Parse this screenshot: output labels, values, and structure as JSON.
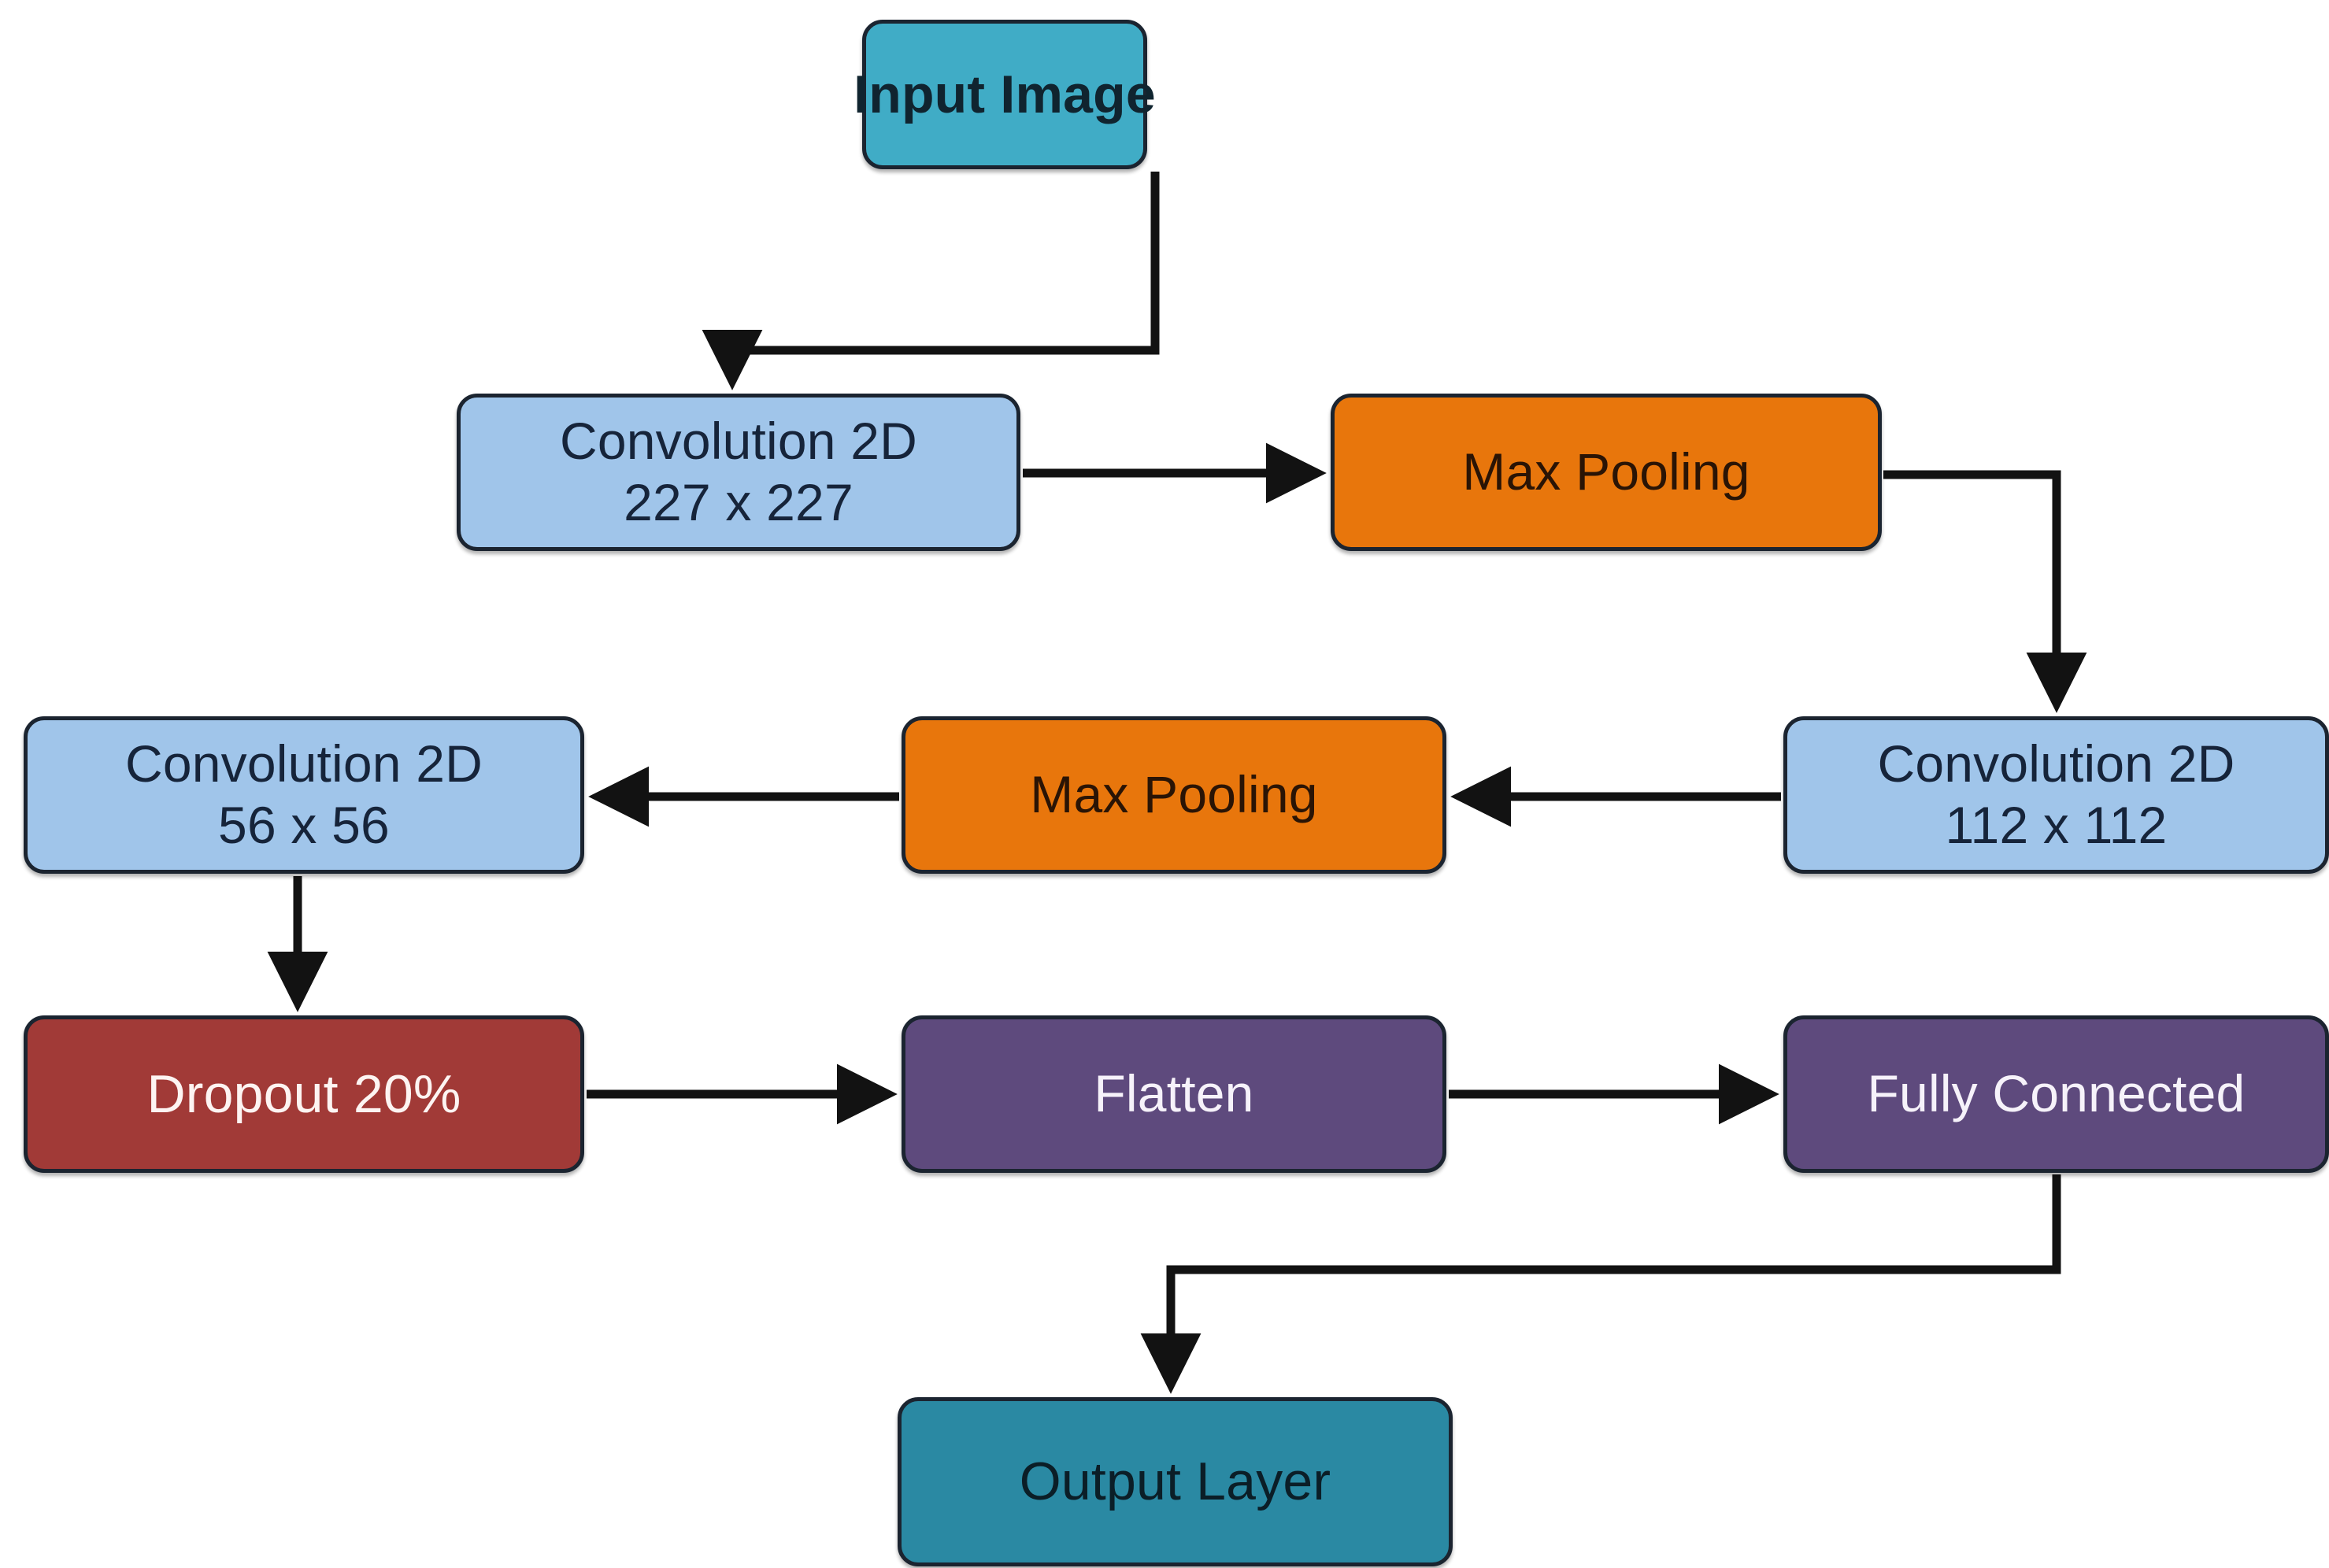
{
  "diagram": {
    "title": "CNN Architecture Flowchart",
    "background_color": "#ffffff",
    "edge_color": "#121212",
    "nodes": [
      {
        "id": "input",
        "label": "Input Image",
        "lines": [
          "Input Image"
        ],
        "kind": "input",
        "fill": "#40acc6",
        "text_color": "#10242f"
      },
      {
        "id": "conv227",
        "label": "Convolution 2D 227 x 227",
        "lines": [
          "Convolution 2D",
          "227 x 227"
        ],
        "kind": "convolution",
        "fill": "#a0c5ea",
        "text_color": "#16243a"
      },
      {
        "id": "pool1",
        "label": "Max Pooling",
        "lines": [
          "Max Pooling"
        ],
        "kind": "pooling",
        "fill": "#e8760c",
        "text_color": "#2a1405"
      },
      {
        "id": "conv112",
        "label": "Convolution 2D 112 x 112",
        "lines": [
          "Convolution 2D",
          "112 x 112"
        ],
        "kind": "convolution",
        "fill": "#a0c5ea",
        "text_color": "#16243a"
      },
      {
        "id": "pool2",
        "label": "Max Pooling",
        "lines": [
          "Max Pooling"
        ],
        "kind": "pooling",
        "fill": "#e8760c",
        "text_color": "#2a1405"
      },
      {
        "id": "conv56",
        "label": "Convolution 2D 56 x 56",
        "lines": [
          "Convolution 2D",
          "56 x 56"
        ],
        "kind": "convolution",
        "fill": "#a0c5ea",
        "text_color": "#16243a"
      },
      {
        "id": "dropout",
        "label": "Dropout 20%",
        "lines": [
          "Dropout 20%"
        ],
        "kind": "dropout",
        "fill": "#a13a37",
        "text_color": "#fdf4f2"
      },
      {
        "id": "flatten",
        "label": "Flatten",
        "lines": [
          "Flatten"
        ],
        "kind": "flatten",
        "fill": "#5e4a7d",
        "text_color": "#f6f2fa"
      },
      {
        "id": "fc",
        "label": "Fully Connected",
        "lines": [
          "Fully Connected"
        ],
        "kind": "dense",
        "fill": "#5e4a7d",
        "text_color": "#f6f2fa"
      },
      {
        "id": "output",
        "label": "Output Layer",
        "lines": [
          "Output Layer"
        ],
        "kind": "output",
        "fill": "#2a89a3",
        "text_color": "#0b1e27"
      }
    ],
    "edges": [
      {
        "id": "e1",
        "from": "input",
        "to": "conv227",
        "style": "elbow-down-left-down"
      },
      {
        "id": "e2",
        "from": "conv227",
        "to": "pool1",
        "style": "straight-right"
      },
      {
        "id": "e3",
        "from": "pool1",
        "to": "conv112",
        "style": "elbow-right-down"
      },
      {
        "id": "e4",
        "from": "conv112",
        "to": "pool2",
        "style": "straight-left"
      },
      {
        "id": "e5",
        "from": "pool2",
        "to": "conv56",
        "style": "straight-left"
      },
      {
        "id": "e6",
        "from": "conv56",
        "to": "dropout",
        "style": "straight-down"
      },
      {
        "id": "e7",
        "from": "dropout",
        "to": "flatten",
        "style": "straight-right"
      },
      {
        "id": "e8",
        "from": "flatten",
        "to": "fc",
        "style": "straight-right"
      },
      {
        "id": "e9",
        "from": "fc",
        "to": "output",
        "style": "elbow-down-left-down"
      }
    ]
  }
}
